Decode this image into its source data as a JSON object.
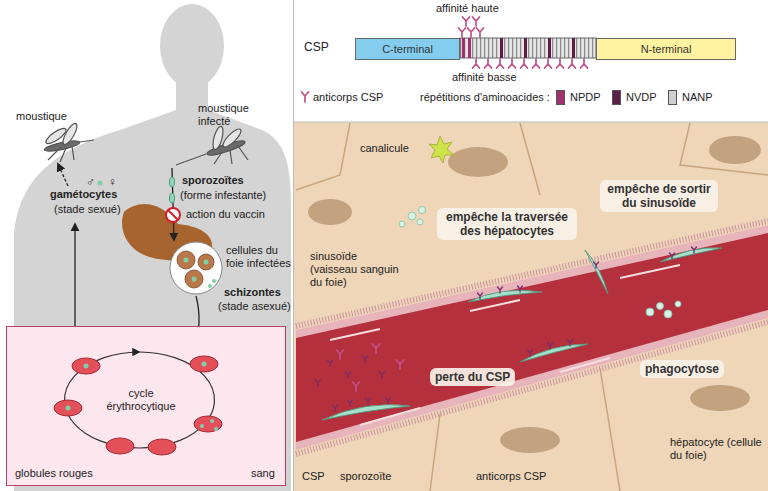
{
  "diagram": {
    "nodes": [
      {
        "text": [
          "cycle érythrocytique",
          "globules rouges",
          "sang"
        ]
      },
      {
        "text": [
          "C-terminal"
        ]
      },
      {
        "text": [
          "N-terminal"
        ]
      },
      {
        "text": [
          "empêche la traversée des hépatocytes"
        ]
      },
      {
        "text": [
          "empêche de sortir du sinusoïde"
        ]
      },
      {
        "text": [
          "phagocytose"
        ]
      },
      {
        "text": [
          "perte du CSP"
        ]
      }
    ],
    "labels": [
      "moustique",
      "moustique infecté",
      "♂",
      "♀",
      "gamétocytes",
      "(stade sexué)",
      "sporozoïtes",
      "(forme infestante)",
      "action du vaccin",
      "cellules du foie infectées",
      "schizontes",
      "(stade asexué)",
      "CSP",
      "affinité haute",
      "affinité basse",
      "répétitions d'aminoacides :",
      "canalicule",
      "sinusoïde (vaisseau sanguin du foie)",
      "hépatocyte (cellule du foie)",
      "CSP",
      "sporozoïte",
      "anticorps CSP"
    ],
    "legend": [
      {
        "text": "anticorps CSP"
      },
      {
        "text": "NPDP",
        "color": "#a0306e"
      },
      {
        "text": "NVDP",
        "color": "#5b1f4a"
      },
      {
        "text": "NANP",
        "color": "#d0d0d0"
      }
    ]
  }
}
